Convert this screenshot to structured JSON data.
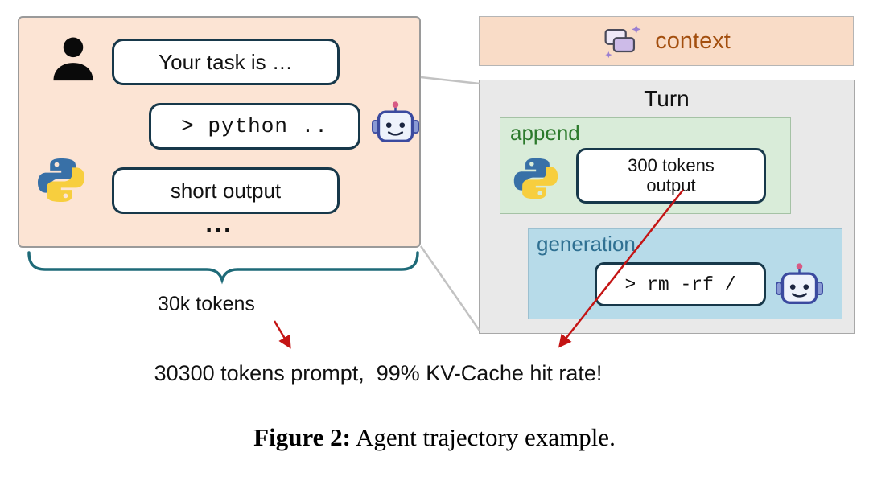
{
  "figure": {
    "left_panel": {
      "task_text": "Your task is …",
      "command_text": "> python ..",
      "output_text": "short output",
      "ellipsis": "...",
      "brace_label": "30k tokens"
    },
    "context_bar": {
      "label": "context"
    },
    "turn_panel": {
      "title": "Turn",
      "append": {
        "label": "append",
        "output_line1": "300 tokens",
        "output_line2": "output"
      },
      "generation": {
        "label": "generation",
        "command_text": "> rm -rf /"
      }
    },
    "summary": "30300 tokens prompt,  99% KV-Cache hit rate!",
    "caption": {
      "label": "Figure 2:",
      "text": " Agent trajectory example."
    }
  },
  "colors": {
    "panel_peach": "#fce4d4",
    "context_peach": "#f9dcc7",
    "turn_gray": "#e9e9e9",
    "append_green": "#d9ecd9",
    "generation_blue": "#b7dbe9",
    "box_border_navy": "#17384a",
    "append_text_green": "#2c7a2c",
    "generation_text_blue": "#2f7092",
    "context_text_brown": "#a34f0f",
    "brace_teal": "#1e6a78",
    "arrow_red": "#c41414"
  }
}
